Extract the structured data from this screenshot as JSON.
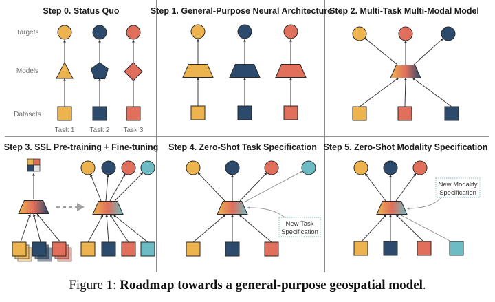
{
  "colors": {
    "yellow": "#edb34f",
    "navy": "#2c4a6b",
    "coral": "#e06f5c",
    "teal": "#6bbcc4",
    "light_gray": "#e3e3e3",
    "outline": "#2a2a2a",
    "divider": "#6f6f6f",
    "dotted_box": "#7fb8b8"
  },
  "panels": [
    {
      "id": "step0",
      "title": "Step 0. Status Quo",
      "row_labels": {
        "targets": "Targets",
        "models": "Models",
        "datasets": "Datasets"
      },
      "task_labels": [
        "Task 1",
        "Task 2",
        "Task 3"
      ],
      "targets": [
        "yellow",
        "navy",
        "coral"
      ],
      "models": [
        {
          "shape": "triangle",
          "color": "yellow"
        },
        {
          "shape": "pentagon",
          "color": "navy"
        },
        {
          "shape": "diamond",
          "color": "coral"
        }
      ],
      "datasets": [
        "yellow",
        "navy",
        "coral"
      ]
    },
    {
      "id": "step1",
      "title": "Step 1. General-Purpose Neural Architecture",
      "targets": [
        "yellow",
        "navy",
        "coral"
      ],
      "models": [
        {
          "shape": "trapezoid",
          "color": "yellow"
        },
        {
          "shape": "trapezoid",
          "color": "navy"
        },
        {
          "shape": "trapezoid",
          "color": "coral"
        }
      ],
      "datasets": [
        "yellow",
        "navy",
        "coral"
      ]
    },
    {
      "id": "step2",
      "title": "Step 2. Multi-Task Multi-Modal Model",
      "targets": [
        "yellow",
        "coral",
        "navy"
      ],
      "model": {
        "shape": "trapezoid",
        "gradient": [
          "yellow",
          "coral",
          "navy"
        ]
      },
      "datasets": [
        "yellow",
        "coral",
        "navy"
      ]
    },
    {
      "id": "step3",
      "title": "Step 3. SSL Pre-training + Fine-tuning",
      "pretrain": {
        "output_grid": [
          "yellow",
          "coral",
          "navy",
          "light_gray"
        ],
        "model": {
          "shape": "trapezoid",
          "gradient": [
            "yellow",
            "coral",
            "navy"
          ]
        },
        "stacked_datasets": [
          "yellow",
          "navy",
          "coral"
        ]
      },
      "finetune": {
        "targets": [
          "yellow",
          "navy",
          "coral",
          "teal"
        ],
        "model": {
          "shape": "trapezoid",
          "gradient": [
            "yellow",
            "coral",
            "teal"
          ]
        },
        "datasets": [
          "yellow",
          "navy",
          "coral",
          "teal"
        ]
      }
    },
    {
      "id": "step4",
      "title": "Step 4. Zero-Shot Task Specification",
      "targets": [
        "yellow",
        "navy",
        "coral",
        "teal"
      ],
      "model": {
        "shape": "trapezoid",
        "gradient": [
          "yellow",
          "coral",
          "teal"
        ]
      },
      "datasets": [
        "yellow",
        "navy",
        "coral"
      ],
      "annotation": [
        "New Task",
        "Specification"
      ]
    },
    {
      "id": "step5",
      "title": "Step 5. Zero-Shot Modality Specification",
      "targets": [
        "yellow",
        "navy",
        "coral"
      ],
      "model": {
        "shape": "trapezoid",
        "gradient": [
          "yellow",
          "coral",
          "teal"
        ]
      },
      "datasets": [
        "yellow",
        "navy",
        "coral",
        "teal"
      ],
      "annotation": [
        "New Modality",
        "Specification"
      ]
    }
  ],
  "caption": {
    "prefix": "Figure 1: ",
    "bold": "Roadmap towards a general-purpose geospatial model",
    "suffix": "."
  }
}
